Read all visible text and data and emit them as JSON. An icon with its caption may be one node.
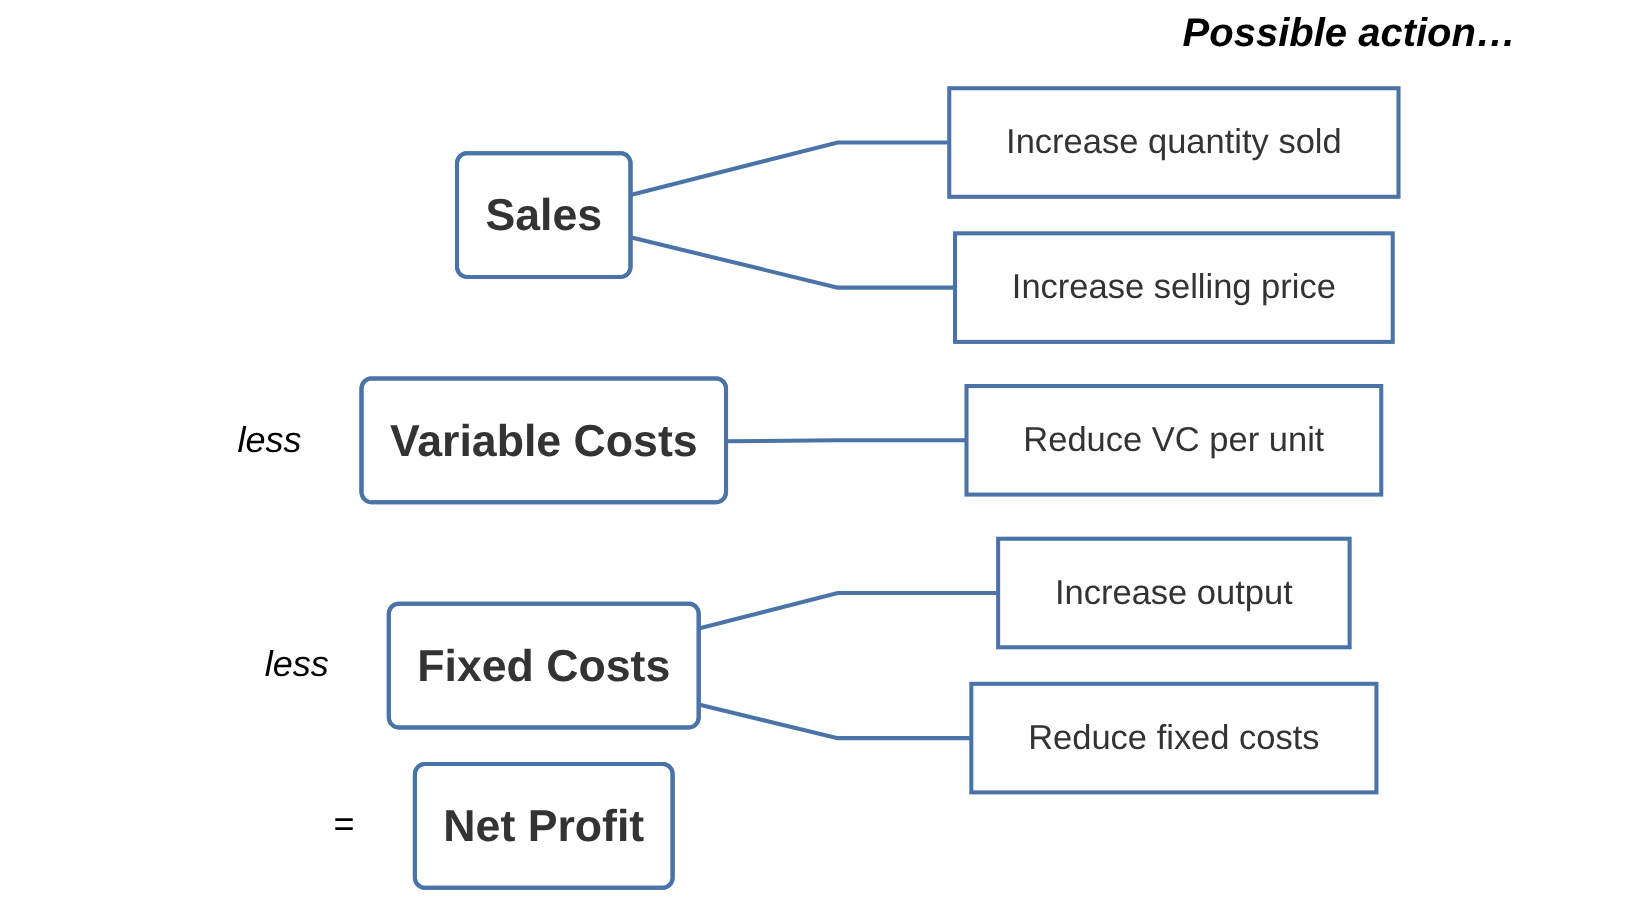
{
  "diagram": {
    "title": "Possible action…",
    "nodes": [
      {
        "text": [
          "Sales"
        ]
      },
      {
        "text": [
          "Variable Costs"
        ],
        "beside": [
          "less"
        ]
      },
      {
        "text": [
          "Fixed Costs"
        ],
        "beside": [
          "less"
        ]
      },
      {
        "text": [
          "Net Profit"
        ],
        "beside": [
          "="
        ]
      },
      {
        "text": [
          "Increase quantity sold"
        ]
      },
      {
        "text": [
          "Increase selling price"
        ]
      },
      {
        "text": [
          "Reduce VC per unit"
        ]
      },
      {
        "text": [
          "Increase output"
        ]
      },
      {
        "text": [
          "Reduce fixed costs"
        ]
      }
    ],
    "edges": [
      {
        "from": 0,
        "to": 4,
        "arrow": "none"
      },
      {
        "from": 0,
        "to": 5,
        "arrow": "none"
      },
      {
        "from": 1,
        "to": 6,
        "arrow": "none"
      },
      {
        "from": 2,
        "to": 7,
        "arrow": "none"
      },
      {
        "from": 2,
        "to": 8,
        "arrow": "none"
      }
    ]
  }
}
